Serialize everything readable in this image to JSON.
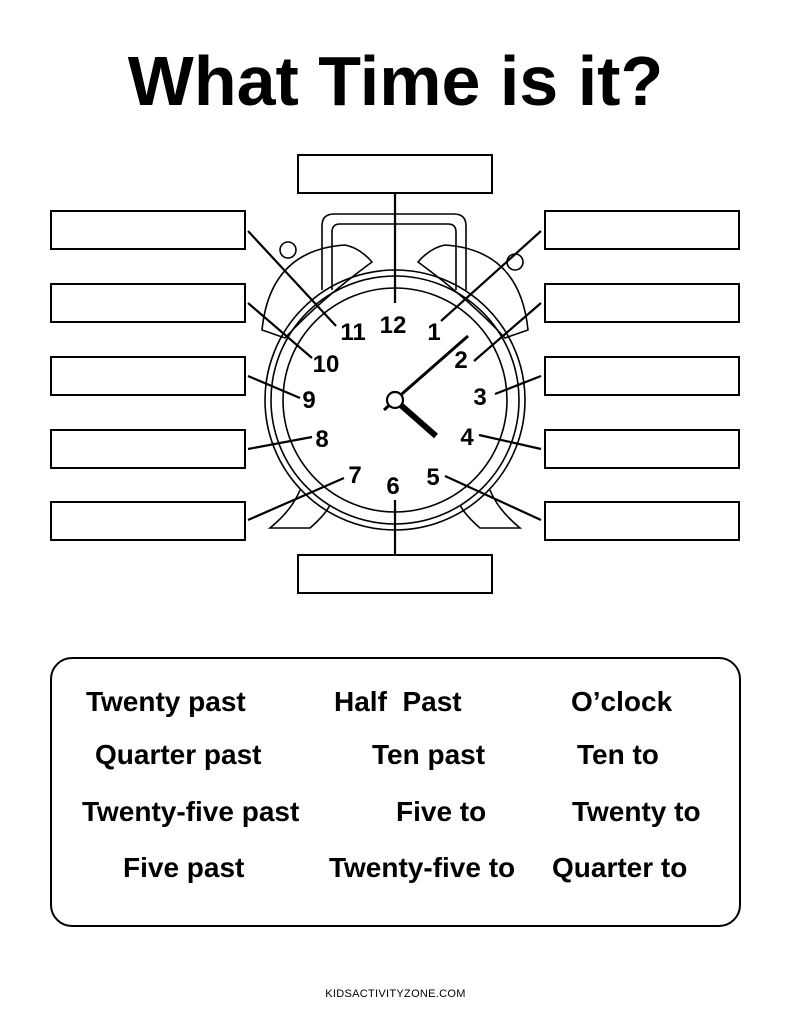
{
  "page": {
    "title": "What Time is it?",
    "footer": "KIDSACTIVITYZONE.COM"
  },
  "clock": {
    "numerals": [
      "12",
      "1",
      "2",
      "3",
      "4",
      "5",
      "6",
      "7",
      "8",
      "9",
      "10",
      "11"
    ],
    "hands": "hour hand toward 4, minute hand toward 2",
    "answer_boxes": [
      "",
      "",
      "",
      "",
      "",
      "",
      "",
      "",
      "",
      "",
      "",
      ""
    ]
  },
  "word_bank": {
    "rows": [
      [
        "Twenty past",
        "Half  Past",
        "O’clock"
      ],
      [
        "Quarter past",
        "Ten past",
        "Ten to"
      ],
      [
        "Twenty-five past",
        "Five to",
        "Twenty to"
      ],
      [
        "Five past",
        "Twenty-five to",
        "Quarter to"
      ]
    ]
  }
}
